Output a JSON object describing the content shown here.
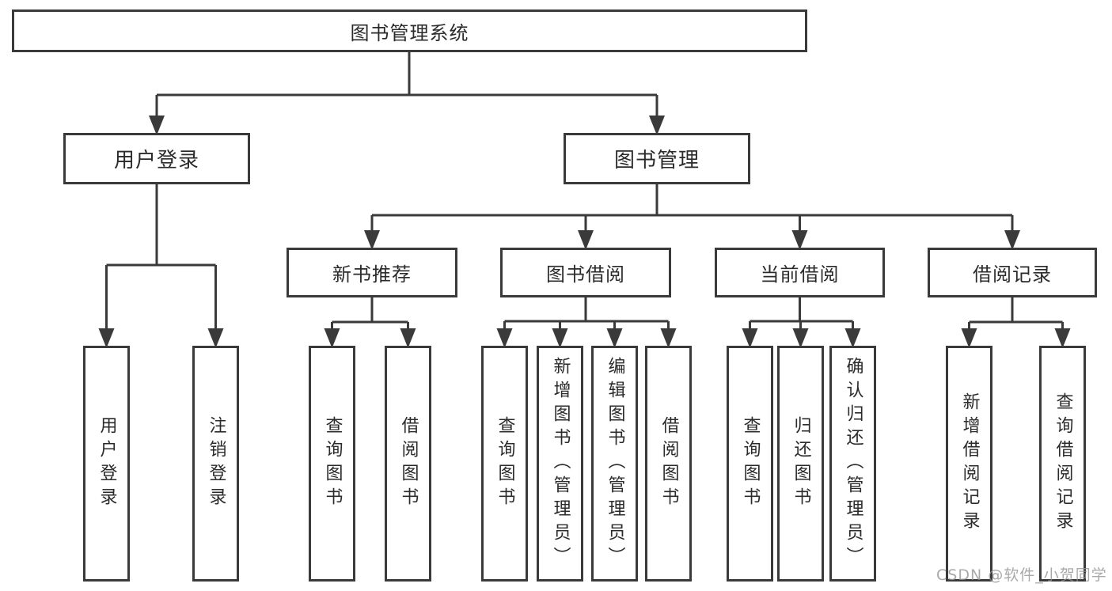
{
  "diagram": {
    "tree": {
      "root": {
        "label": "图书管理系统"
      },
      "branches": [
        {
          "label": "用户登录",
          "children": [
            {
              "label": "用户登录"
            },
            {
              "label": "注销登录"
            }
          ]
        },
        {
          "label": "图书管理",
          "children": [
            {
              "label": "新书推荐",
              "children": [
                {
                  "label": "查询图书"
                },
                {
                  "label": "借阅图书"
                }
              ]
            },
            {
              "label": "图书借阅",
              "children": [
                {
                  "label": "查询图书"
                },
                {
                  "label": "新增图书（管理员）"
                },
                {
                  "label": "编辑图书（管理员）"
                },
                {
                  "label": "借阅图书"
                }
              ]
            },
            {
              "label": "当前借阅",
              "children": [
                {
                  "label": "查询图书"
                },
                {
                  "label": "归还图书"
                },
                {
                  "label": "确认归还（管理员）"
                }
              ]
            },
            {
              "label": "借阅记录",
              "children": [
                {
                  "label": "新增借阅记录"
                },
                {
                  "label": "查询借阅记录"
                }
              ]
            }
          ]
        }
      ]
    }
  },
  "watermark": {
    "text": "CSDN @软件_小贺同学"
  },
  "colors": {
    "line": "#3a3a3a",
    "box_border": "#3a3a3a",
    "text": "#2b2b2b",
    "watermark": "#949494",
    "background": "#ffffff"
  }
}
